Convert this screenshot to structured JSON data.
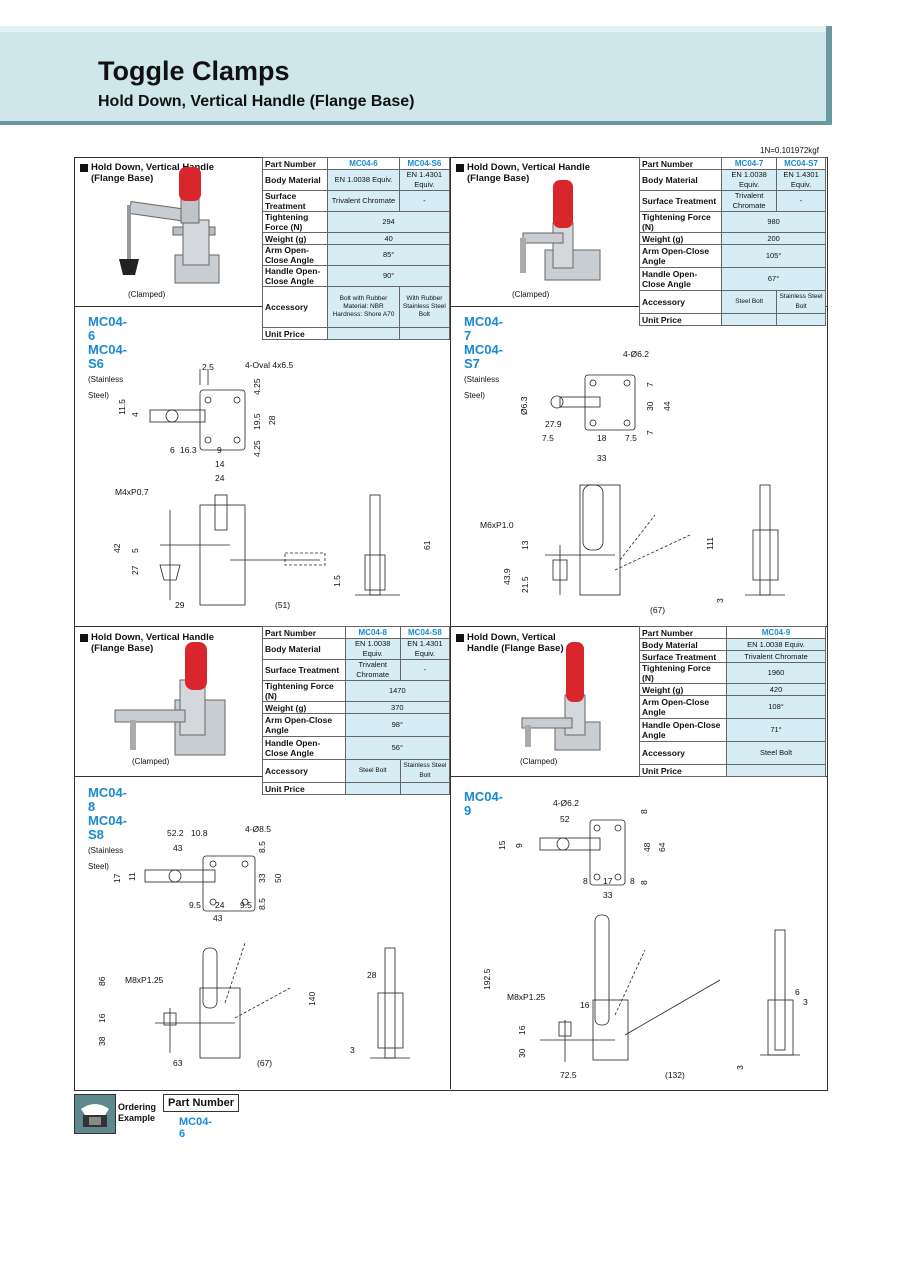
{
  "header": {
    "title": "Toggle Clamps",
    "subtitle": "Hold Down, Vertical Handle (Flange Base)"
  },
  "conversion": "1N=0.101972kgf",
  "spec_labels": {
    "part_number": "Part Number",
    "body_material": "Body Material",
    "surface_treatment": "Surface Treatment",
    "tightening_force": "Tightening Force (N)",
    "weight": "Weight (g)",
    "arm_angle": "Arm Open-Close Angle",
    "handle_angle": "Handle Open-Close Angle",
    "accessory": "Accessory",
    "unit_price": "Unit Price"
  },
  "products": [
    {
      "photo_label": "Hold Down, Vertical Handle (Flange Base)",
      "clamped": "(Clamped)",
      "models": [
        "MC04-6",
        "MC04-S6"
      ],
      "model_note": "(Stainless Steel)",
      "body_material": [
        "EN 1.0038 Equiv.",
        "EN 1.4301 Equiv."
      ],
      "surface_treatment": [
        "Trivalent Chromate",
        "-"
      ],
      "tightening_force": "294",
      "weight": "40",
      "arm_angle": "85°",
      "handle_angle": "90°",
      "accessory": [
        "Bolt with Rubber Material: NBR Hardness: Shore A70",
        "With Rubber Stainless Steel Bolt"
      ],
      "dims_top": [
        "2.5",
        "4-Oval 4x6.5",
        "11.5",
        "4",
        "4.25",
        "19.5",
        "28",
        "4.25",
        "6",
        "16.3",
        "9",
        "14",
        "24"
      ],
      "dims_side": [
        "M4xP0.7",
        "42",
        "5",
        "27",
        "29",
        "(51)",
        "61",
        "1.5"
      ]
    },
    {
      "photo_label": "Hold Down, Vertical Handle (Flange Base)",
      "clamped": "(Clamped)",
      "models": [
        "MC04-7",
        "MC04-S7"
      ],
      "model_note": "(Stainless Steel)",
      "body_material": [
        "EN 1.0038 Equiv.",
        "EN 1.4301 Equiv."
      ],
      "surface_treatment": [
        "Trivalent Chromate",
        "-"
      ],
      "tightening_force": "980",
      "weight": "200",
      "arm_angle": "105°",
      "handle_angle": "67°",
      "accessory": [
        "Steel Bolt",
        "Stainless Steel Bolt"
      ],
      "dims_top": [
        "4-Ø6.2",
        "Ø6.3",
        "7",
        "30",
        "44",
        "7",
        "27.9",
        "7.5",
        "18",
        "7.5",
        "33"
      ],
      "dims_side": [
        "M6xP1.0",
        "13",
        "43.9",
        "21.5",
        "111",
        "(67)",
        "3"
      ]
    },
    {
      "photo_label": "Hold Down, Vertical Handle (Flange Base)",
      "clamped": "(Clamped)",
      "models": [
        "MC04-8",
        "MC04-S8"
      ],
      "model_note": "(Stainless Steel)",
      "body_material": [
        "EN 1.0038 Equiv.",
        "EN 1.4301 Equiv."
      ],
      "surface_treatment": [
        "Trivalent Chromate",
        "-"
      ],
      "tightening_force": "1470",
      "weight": "370",
      "arm_angle": "98°",
      "handle_angle": "56°",
      "accessory": [
        "Steel Bolt",
        "Stainless Steel Bolt"
      ],
      "dims_top": [
        "52.2",
        "10.8",
        "4-Ø8.5",
        "43",
        "8.5",
        "17",
        "11",
        "33",
        "50",
        "9.5",
        "24",
        "9.5",
        "8.5",
        "43"
      ],
      "dims_side": [
        "86",
        "M8xP1.25",
        "16",
        "38",
        "63",
        "(67)",
        "140",
        "28",
        "3"
      ]
    },
    {
      "photo_label": "Hold Down, Vertical Handle (Flange Base)",
      "clamped": "(Clamped)",
      "models": [
        "MC04-9"
      ],
      "model_note": "",
      "body_material": [
        "EN 1.0038 Equiv."
      ],
      "surface_treatment": [
        "Trivalent Chromate"
      ],
      "tightening_force": "1960",
      "weight": "420",
      "arm_angle": "108°",
      "handle_angle": "71°",
      "accessory": [
        "Steel Bolt"
      ],
      "dims_top": [
        "4-Ø6.2",
        "52",
        "8",
        "15",
        "9",
        "48",
        "64",
        "8",
        "8",
        "17",
        "8",
        "33"
      ],
      "dims_side": [
        "192.5",
        "M8xP1.25",
        "16",
        "30",
        "16",
        "72.5",
        "(132)",
        "6",
        "3",
        "3"
      ]
    }
  ],
  "ordering": {
    "label": "Ordering Example",
    "pn_label": "Part Number",
    "pn_value": "MC04-6"
  },
  "colors": {
    "accent": "#1a8ad0",
    "cell": "#d6edf5",
    "header_band": "#cfe7ea",
    "handle": "#d8262c"
  }
}
